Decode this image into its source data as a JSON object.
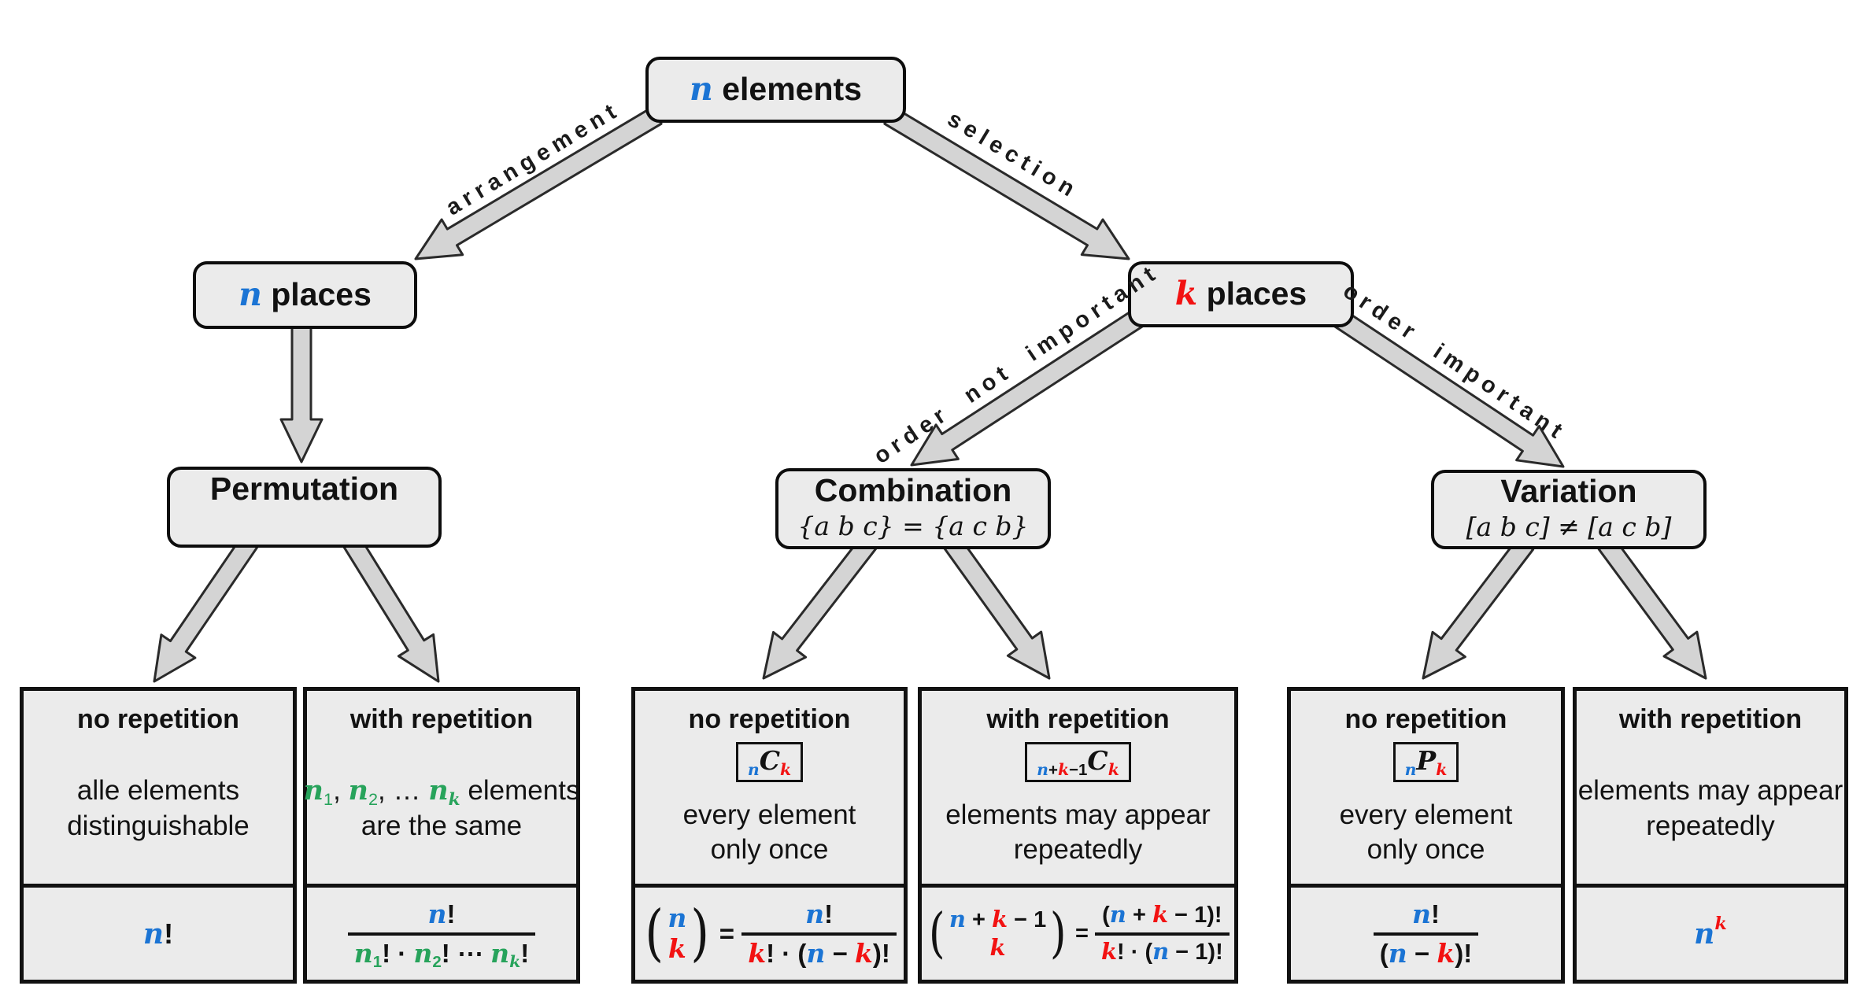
{
  "colors": {
    "blue": "#1b74d4",
    "red": "#f21212",
    "green": "#27a35b"
  },
  "nodes": {
    "root": {
      "var": "n",
      "rest": " elements"
    },
    "nPlaces": {
      "var": "n",
      "rest": " places"
    },
    "kPlaces": {
      "var": "k",
      "rest": " places"
    },
    "permutation": {
      "title": "Permutation",
      "subtitle": ""
    },
    "combination": {
      "title": "Combination",
      "subtitle": "{a b c} = {a c b}"
    },
    "variation": {
      "title": "Variation",
      "subtitle": "[a b c] ≠ [a c b]"
    }
  },
  "edges": {
    "arrangement": "arrangement",
    "selection": "selection",
    "orderNot": "order not important",
    "orderImp": "order important"
  },
  "leaves": [
    {
      "title": "no repetition",
      "desc": [
        [
          "alle elements"
        ],
        [
          "distinguishable"
        ]
      ],
      "formula": [
        {
          "kind": "t",
          "tokens": [
            {
              "t": "n",
              "c": "blue",
              "v": true
            },
            "!"
          ]
        }
      ]
    },
    {
      "title": "with repetition",
      "desc": [
        [
          {
            "t": "n",
            "c": "green",
            "v": true
          },
          {
            "t": "1",
            "c": "green",
            "sub": true
          },
          ", ",
          {
            "t": "n",
            "c": "green",
            "v": true
          },
          {
            "t": "2",
            "c": "green",
            "sub": true
          },
          ", … ",
          {
            "t": "n",
            "c": "green",
            "v": true
          },
          {
            "t": "k",
            "c": "green",
            "v": true,
            "sub": true
          },
          " elements"
        ],
        [
          "are the same"
        ]
      ],
      "formula": [
        {
          "kind": "frac",
          "num": [
            {
              "t": "n",
              "c": "blue",
              "v": true
            },
            "!"
          ],
          "den": [
            {
              "t": "n",
              "c": "green",
              "v": true
            },
            {
              "t": "1",
              "c": "green",
              "sub": true
            },
            "! · ",
            {
              "t": "n",
              "c": "green",
              "v": true
            },
            {
              "t": "2",
              "c": "green",
              "sub": true
            },
            "! ⋯ ",
            {
              "t": "n",
              "c": "green",
              "v": true
            },
            {
              "t": "k",
              "c": "green",
              "v": true,
              "sub": true
            },
            "!"
          ]
        }
      ]
    },
    {
      "title": "no repetition",
      "badge": [
        {
          "t": "n",
          "c": "blue",
          "v": true,
          "sub": true
        },
        {
          "t": "C",
          "v": true
        },
        {
          "t": "k",
          "c": "red",
          "v": true,
          "sub": true
        }
      ],
      "desc": [
        [
          "every element"
        ],
        [
          "only once"
        ]
      ],
      "formula": [
        {
          "kind": "binom",
          "open": "(",
          "close": ")",
          "top": [
            {
              "t": "n",
              "c": "blue",
              "v": true
            }
          ],
          "bot": [
            {
              "t": "k",
              "c": "red",
              "v": true
            }
          ]
        },
        {
          "kind": "t",
          "tokens": [
            " = "
          ]
        },
        {
          "kind": "frac",
          "num": [
            {
              "t": "n",
              "c": "blue",
              "v": true
            },
            "!"
          ],
          "den": [
            {
              "t": "k",
              "c": "red",
              "v": true
            },
            "! · (",
            {
              "t": "n",
              "c": "blue",
              "v": true
            },
            " − ",
            {
              "t": "k",
              "c": "red",
              "v": true
            },
            ")!"
          ]
        }
      ]
    },
    {
      "title": "with repetition",
      "badge": [
        {
          "t": "n",
          "c": "blue",
          "v": true,
          "sub": true
        },
        {
          "t": "+",
          "sub": true
        },
        {
          "t": "k",
          "c": "red",
          "v": true,
          "sub": true
        },
        {
          "t": "−1",
          "sub": true
        },
        {
          "t": "C",
          "v": true
        },
        {
          "t": "k",
          "c": "red",
          "v": true,
          "sub": true
        }
      ],
      "desc": [
        [
          "elements may appear"
        ],
        [
          "repeatedly"
        ]
      ],
      "formula": [
        {
          "kind": "binom",
          "open": "(",
          "close": ")",
          "top": [
            {
              "t": "n",
              "c": "blue",
              "v": true
            },
            " + ",
            {
              "t": "k",
              "c": "red",
              "v": true
            },
            " − 1"
          ],
          "bot": [
            {
              "t": "k",
              "c": "red",
              "v": true
            }
          ]
        },
        {
          "kind": "t",
          "tokens": [
            " = "
          ]
        },
        {
          "kind": "frac",
          "num": [
            "(",
            {
              "t": "n",
              "c": "blue",
              "v": true
            },
            " + ",
            {
              "t": "k",
              "c": "red",
              "v": true
            },
            " − 1)!"
          ],
          "den": [
            {
              "t": "k",
              "c": "red",
              "v": true
            },
            "! · (",
            {
              "t": "n",
              "c": "blue",
              "v": true
            },
            " − 1)!"
          ]
        }
      ]
    },
    {
      "title": "no repetition",
      "badge": [
        {
          "t": "n",
          "c": "blue",
          "v": true,
          "sub": true
        },
        {
          "t": "P",
          "v": true
        },
        {
          "t": "k",
          "c": "red",
          "v": true,
          "sub": true
        }
      ],
      "desc": [
        [
          "every element"
        ],
        [
          "only once"
        ]
      ],
      "formula": [
        {
          "kind": "frac",
          "num": [
            {
              "t": "n",
              "c": "blue",
              "v": true
            },
            "!"
          ],
          "den": [
            "(",
            {
              "t": "n",
              "c": "blue",
              "v": true
            },
            " − ",
            {
              "t": "k",
              "c": "red",
              "v": true
            },
            ")!"
          ]
        }
      ]
    },
    {
      "title": "with repetition",
      "desc": [
        [
          "elements may appear"
        ],
        [
          "repeatedly"
        ]
      ],
      "formula": [
        {
          "kind": "t",
          "tokens": [
            {
              "t": "n",
              "c": "blue",
              "v": true
            },
            {
              "t": "k",
              "c": "red",
              "v": true,
              "sup": true
            }
          ]
        }
      ]
    }
  ]
}
